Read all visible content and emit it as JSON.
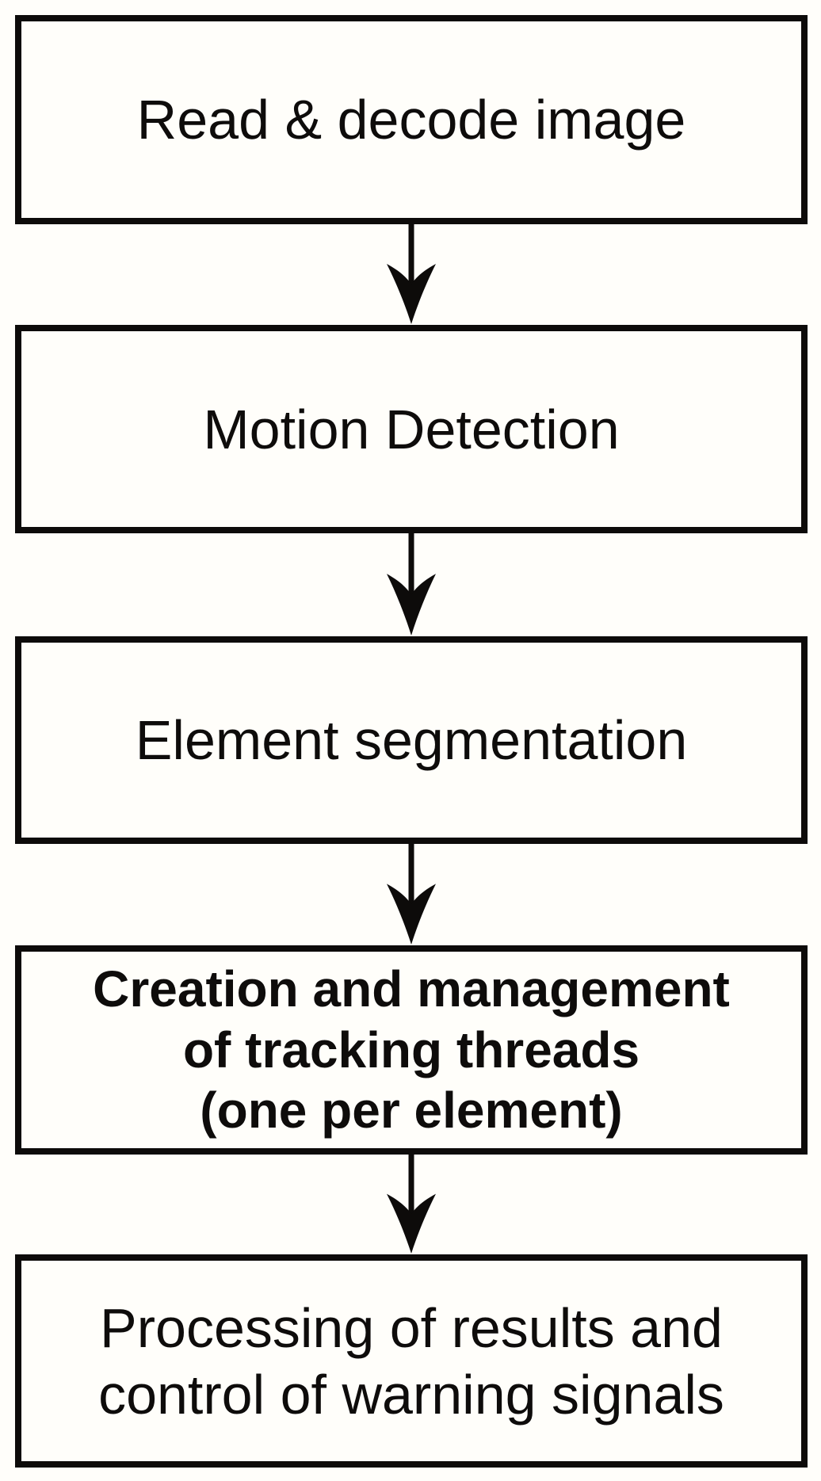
{
  "diagram": {
    "type": "flowchart",
    "direction": "top-down",
    "nodes": [
      {
        "id": "read-decode-image",
        "bold": false,
        "lines": [
          "Read & decode image"
        ]
      },
      {
        "id": "motion-detection",
        "bold": false,
        "lines": [
          "Motion Detection"
        ]
      },
      {
        "id": "element-segmentation",
        "bold": false,
        "lines": [
          "Element segmentation"
        ]
      },
      {
        "id": "creation-management-tracking-threads",
        "bold": true,
        "lines": [
          "Creation and management",
          "of tracking threads",
          "(one per element)"
        ]
      },
      {
        "id": "processing-results-warning-signals",
        "bold": false,
        "lines": [
          "Processing of results and",
          "control of warning signals"
        ]
      }
    ],
    "edges": [
      {
        "from": "read-decode-image",
        "to": "motion-detection"
      },
      {
        "from": "motion-detection",
        "to": "element-segmentation"
      },
      {
        "from": "element-segmentation",
        "to": "creation-management-tracking-threads"
      },
      {
        "from": "creation-management-tracking-threads",
        "to": "processing-results-warning-signals"
      }
    ],
    "colors": {
      "background": "#fffefa",
      "box_fill": "#fffefa",
      "box_border": "#0d0b0a",
      "text": "#0e0c0b",
      "arrow": "#0d0b0a"
    }
  }
}
